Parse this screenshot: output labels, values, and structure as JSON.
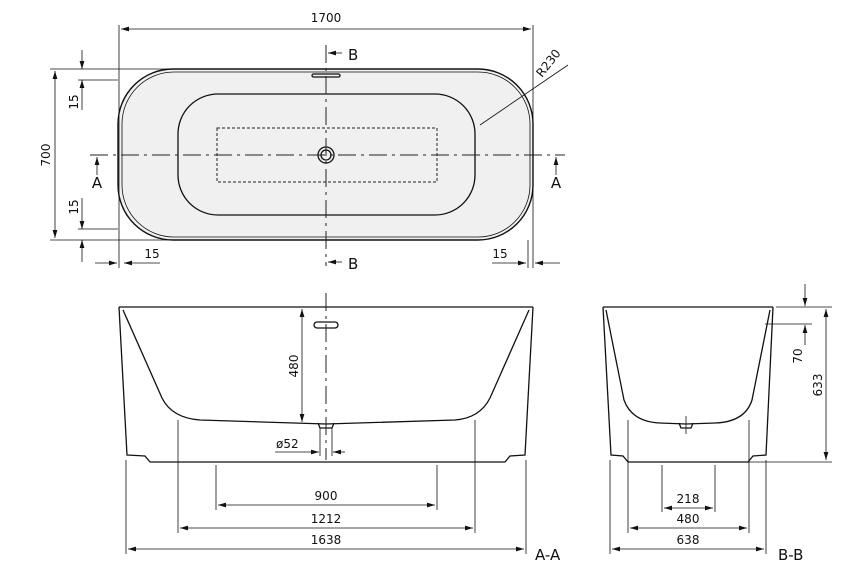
{
  "top_view": {
    "length": "1700",
    "width": "700",
    "edge_top": "15",
    "edge_bottom": "15",
    "edge_left": "15",
    "edge_right": "15",
    "radius": "R230",
    "section_a_left": "A",
    "section_a_right": "A",
    "section_b_top": "B",
    "section_b_bottom": "B"
  },
  "section_aa": {
    "label": "A-A",
    "depth": "480",
    "drain": "ø52",
    "inner_feet": "900",
    "base_width": "1212",
    "bottom_length": "1638"
  },
  "section_bb": {
    "label": "B-B",
    "rim_slope": "70",
    "height": "633",
    "inner_feet": "218",
    "base_width": "480",
    "bottom_width": "638"
  }
}
